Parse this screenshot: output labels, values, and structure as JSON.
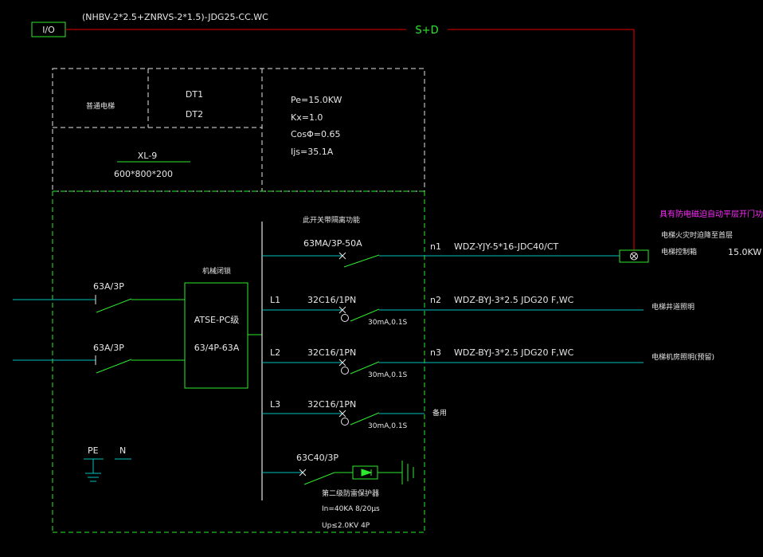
{
  "header": {
    "io_label": "I/O",
    "cable_spec": "(NHBV-2*2.5+ZNRVS-2*1.5)-JDG25-CC.WC",
    "signal_label": "S+D"
  },
  "cabinet": {
    "name": "普通电梯",
    "dt1": "DT1",
    "dt2": "DT2",
    "id": "XL-9",
    "size": "600*800*200",
    "pe": "Pe=15.0KW",
    "kx": "Kx=1.0",
    "cos": "CosΦ=0.65",
    "ijs": "Ijs=35.1A"
  },
  "incoming": {
    "breaker1": "63A/3P",
    "breaker2": "63A/3P",
    "interlock_label": "机械闭锁",
    "ats_name": "ATSE-PC级",
    "ats_rating": "63/4P-63A"
  },
  "circuits": {
    "top_note": "此开关带隔离功能",
    "c1_breaker": "63MA/3P-50A",
    "c1_no": "n1",
    "c1_cable": "WDZ-YJY-5*16-JDC40/CT",
    "phase1": "L1",
    "c2_breaker": "32C16/1PN",
    "c2_rcd": "30mA,0.1S",
    "c2_no": "n2",
    "c2_cable": "WDZ-BYJ-3*2.5 JDG20 F,WC",
    "c2_load": "电梯井道照明",
    "phase2": "L2",
    "c3_breaker": "32C16/1PN",
    "c3_rcd": "30mA,0.1S",
    "c3_no": "n3",
    "c3_cable": "WDZ-BYJ-3*2.5 JDG20 F,WC",
    "c3_load": "电梯机房照明(预留)",
    "phase3": "L3",
    "c4_breaker": "32C16/1PN",
    "c4_rcd": "30mA,0.1S",
    "c4_load": "备用",
    "spd_breaker": "63C40/3P",
    "spd_title": "第二级防雷保护器",
    "spd_in": "In=40KA  8/20μs",
    "spd_up": "Up≤2.0KV  4P"
  },
  "load": {
    "note": "具有防电磁迫自动平层开门功能",
    "line1": "电梯火灾时迫降至首层",
    "line2": "电梯控制箱",
    "power": "15.0KW"
  },
  "ground": {
    "pe": "PE",
    "n": "N"
  },
  "colors": {
    "background": "#000000",
    "cyan": "#00bfbf",
    "green": "#2ee82e",
    "red": "#e60000",
    "white": "#e6e6e6",
    "magenta": "#ff2bff"
  }
}
